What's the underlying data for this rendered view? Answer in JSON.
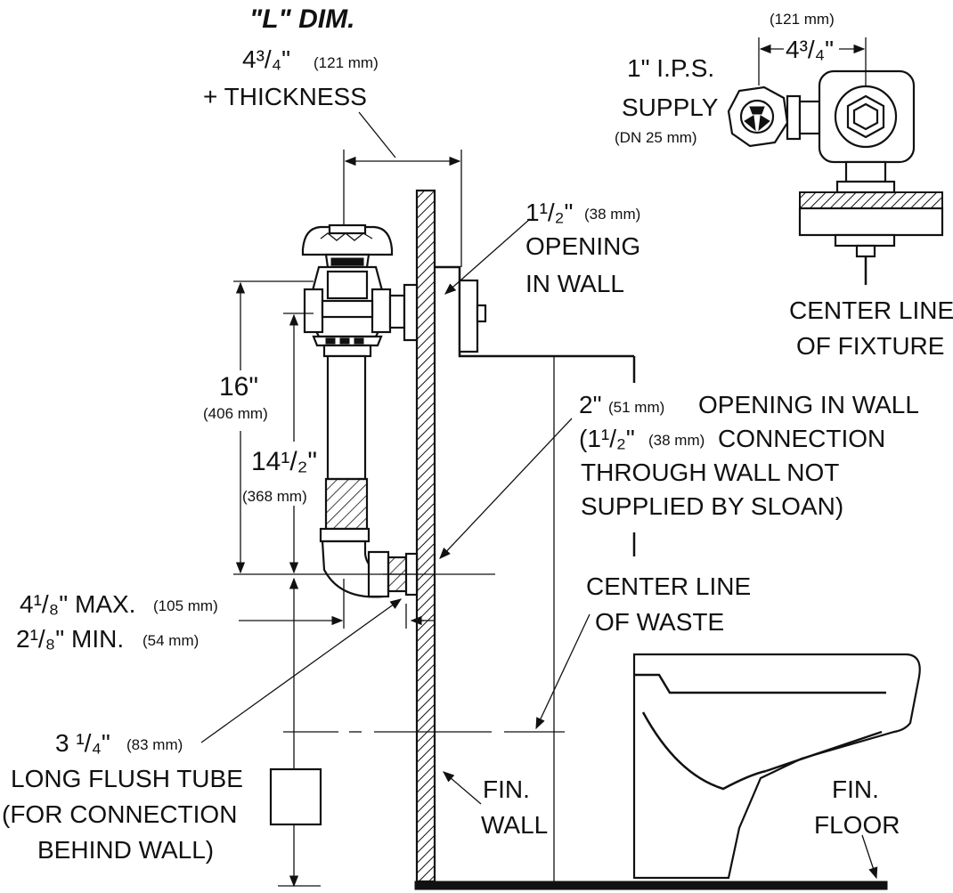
{
  "labels": {
    "l_dim_title": "\"L\" DIM.",
    "l_dim_value": "4³/₄\"",
    "l_dim_mm": "(121 mm)",
    "l_dim_thickness": "+ THICKNESS",
    "top_right_mm": "(121 mm)",
    "top_right_value": "4³/₄\"",
    "supply_line1": "1\" I.P.S.",
    "supply_line2": "SUPPLY",
    "supply_dn": "(DN 25 mm)",
    "opening_15_value": "1¹/₂\"",
    "opening_15_mm": "(38 mm)",
    "opening_15_line1": "OPENING",
    "opening_15_line2": "IN WALL",
    "centerline_fixture_1": "CENTER LINE",
    "centerline_fixture_2": "OF FIXTURE",
    "dim_16": "16\"",
    "dim_16_mm": "(406 mm)",
    "dim_145": "14¹/₂\"",
    "dim_145_mm": "(368 mm)",
    "opening_2_value": "2\"",
    "opening_2_mm": "(51 mm)",
    "opening_2_text": "OPENING IN WALL",
    "opening_2_line2a": "(1¹/₂\"",
    "opening_2_line2_mm": "(38 mm)",
    "opening_2_line2b": "CONNECTION",
    "opening_2_line3": "THROUGH WALL NOT",
    "opening_2_line4": "SUPPLIED BY SLOAN)",
    "centerline_waste_1": "CENTER LINE",
    "centerline_waste_2": "OF WASTE",
    "max_value": "4¹/₈\" MAX.",
    "max_mm": "(105 mm)",
    "min_value": "2¹/₈\" MIN.",
    "min_mm": "(54 mm)",
    "tube_value": "3 ¹/₄\"",
    "tube_mm": "(83 mm)",
    "tube_line1": "LONG FLUSH TUBE",
    "tube_line2": "(FOR CONNECTION",
    "tube_line3": "BEHIND WALL)",
    "fin_wall_1": "FIN.",
    "fin_wall_2": "WALL",
    "fin_floor_1": "FIN.",
    "fin_floor_2": "FLOOR"
  }
}
